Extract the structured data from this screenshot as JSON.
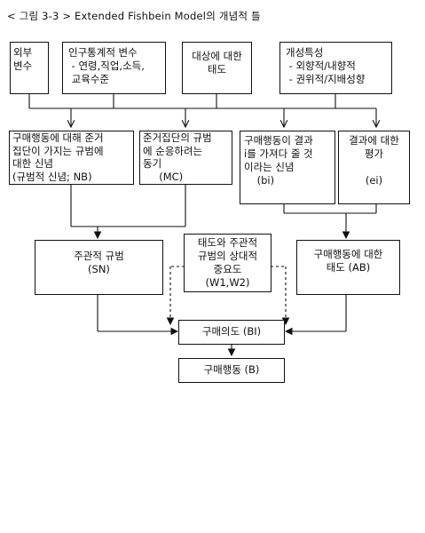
{
  "title": "< 그림 3-3 >   Extended Fishbein Model의 개념적 틀",
  "boxes": {
    "external": "외부\n변수",
    "demographic": "인구통계적 변수\n - 연령,직업,소득,\n 교육수준",
    "attitude_object": "대상에 대한\n태도",
    "personality": "개성특성\n - 외향적/내향적\n - 권위적/지배성향",
    "normative_belief": "구매행동에 대해 준거\n집단이 가지는 규범에\n대한 신념\n(규범적 신념; NB)",
    "motivation_comply": "준거집단의 규범\n에 순응하려는\n동기\n     (MC)",
    "behavioral_belief": "구매행동이 결과\ni를 가져다 줄 것\n이라는 신념\n    (bi)",
    "outcome_eval": "결과에 대한\n평가\n\n(ei)",
    "subjective_norm": "주관적 규범\n(SN)",
    "relative_weight": "태도와 주관적\n규범의 상대적\n중요도\n(W1,W2)",
    "attitude_act": "구매행동에 대한\n태도 (AB)",
    "intention": "구매의도 (BI)",
    "behavior": "구매행동 (B)"
  }
}
